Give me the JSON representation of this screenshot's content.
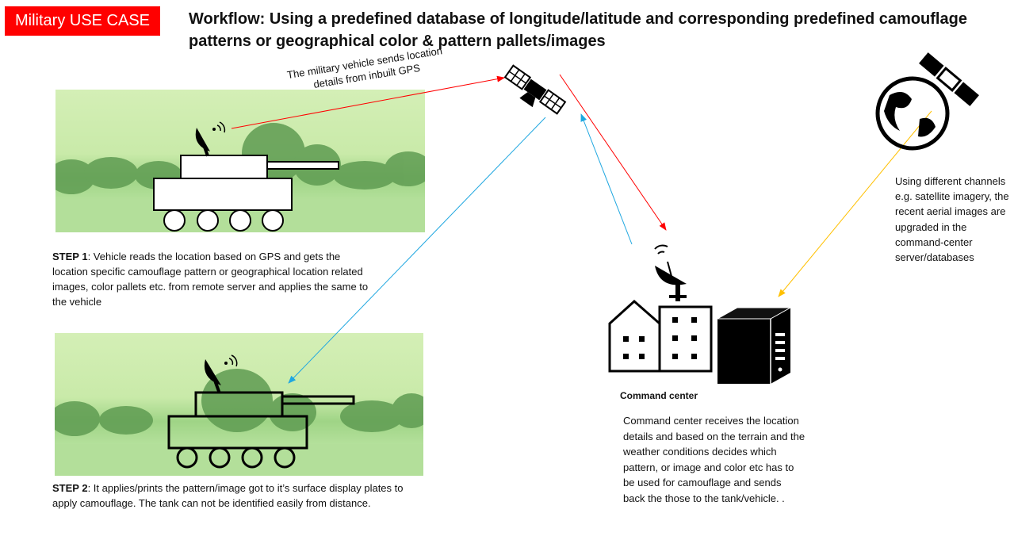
{
  "badge": "Military USE CASE",
  "title": "Workflow: Using a predefined database of longitude/latitude and corresponding predefined camouflage patterns or geographical color & pattern pallets/images",
  "arrow_label": "The military vehicle sends location details from inbuilt GPS",
  "step1": {
    "prefix": "STEP 1",
    "text": ": Vehicle reads the location based on GPS and gets the location specific camouflage pattern or geographical location related images, color pallets etc. from remote server and applies the same to the vehicle"
  },
  "step2": {
    "prefix": "STEP 2",
    "text": ": It applies/prints the pattern/image got to it’s surface display plates to apply camouflage. The tank can not be identified easily from distance."
  },
  "command_center": {
    "label": "Command center",
    "description": "Command center receives the location details and based on the terrain and the weather conditions decides which pattern, or image and color etc has to be used for camouflage and sends back the those to the tank/vehicle. ."
  },
  "channels_note": "Using different channels e.g. satellite imagery, the recent aerial images are upgraded in the command-center server/databases",
  "colors": {
    "badge": "#ff0000",
    "arrow_red": "#ff0000",
    "arrow_blue": "#1fa7e0",
    "arrow_orange": "#ffc000",
    "photo_tint": "#c9eaa9"
  },
  "icons": [
    "satellite-icon",
    "satellite-dish-icon",
    "building-icon",
    "server-tower-icon",
    "globe-satellite-icon",
    "tank-icon"
  ]
}
